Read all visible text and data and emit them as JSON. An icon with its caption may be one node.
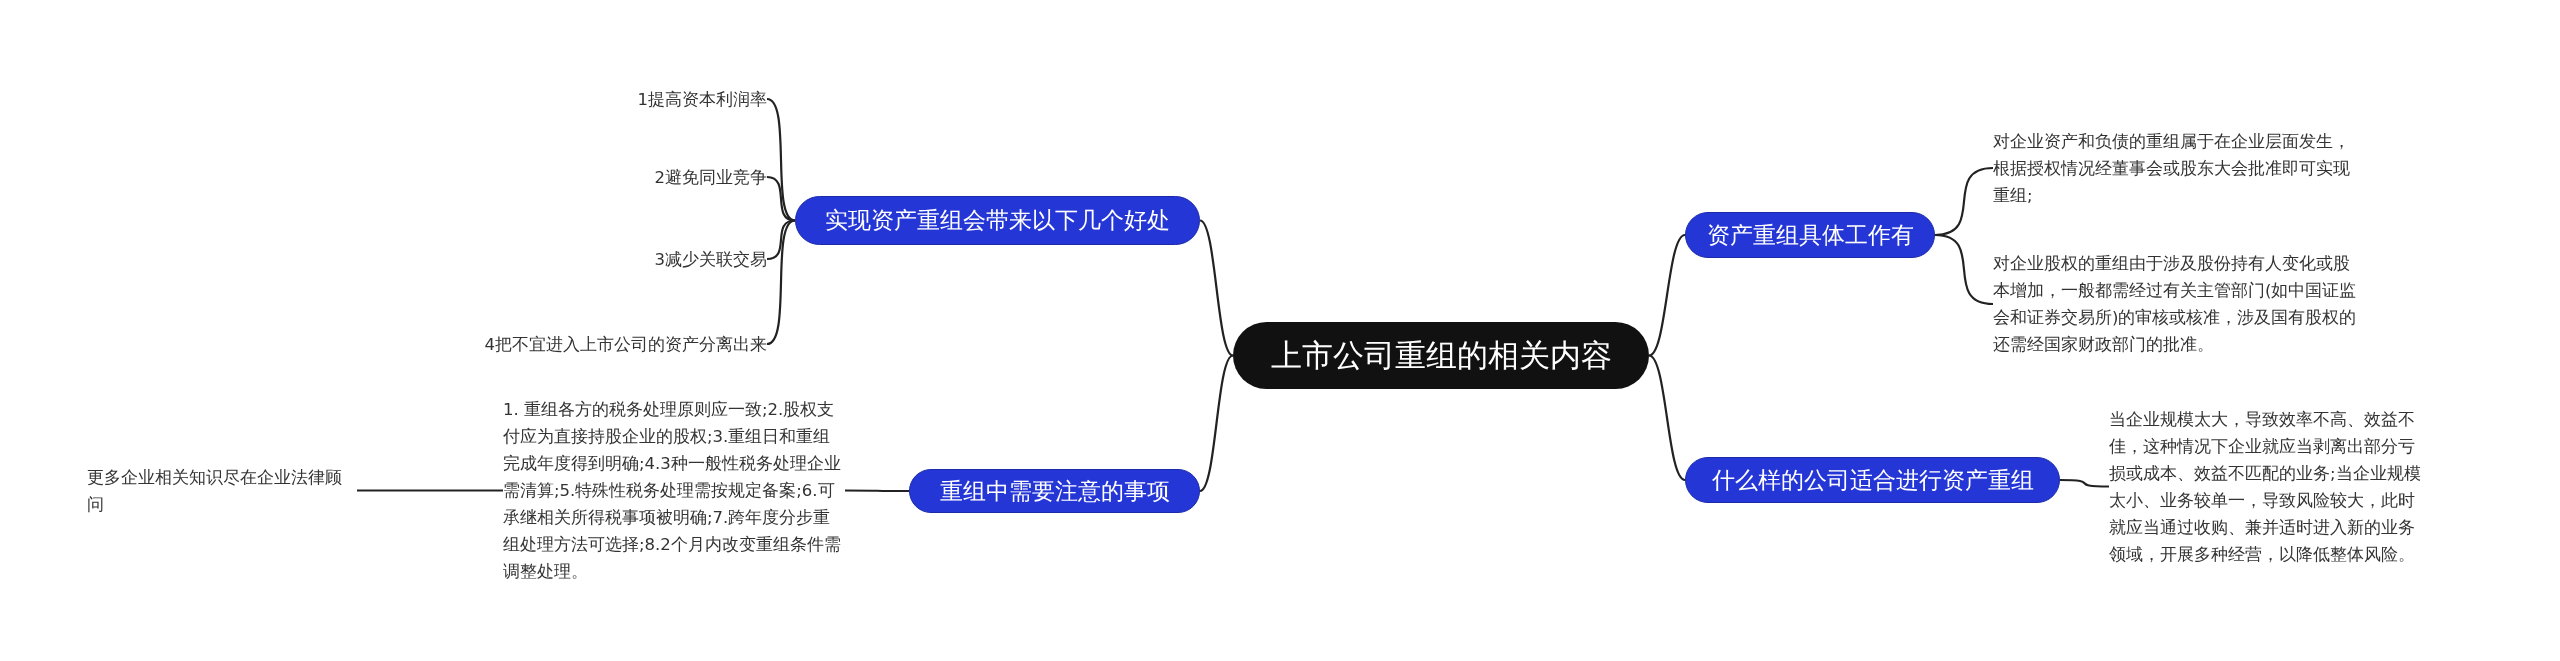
{
  "diagram": {
    "nodes": [
      {
        "text": [
          "上市公司重组的相关内容"
        ]
      },
      {
        "text": [
          "实现资产重组会带来以下几个好处"
        ]
      },
      {
        "text": [
          "1提高资本利润率"
        ]
      },
      {
        "text": [
          "2避免同业竞争"
        ]
      },
      {
        "text": [
          "3减少关联交易"
        ]
      },
      {
        "text": [
          "4把不宜进入上市公司的资产分离出来"
        ]
      },
      {
        "text": [
          "资产重组具体工作有"
        ]
      },
      {
        "text": [
          "对企业资产和负债的重组属于在企业层面发生，根据授权情况经董事会或股东大会批准即可实现重组;"
        ]
      },
      {
        "text": [
          "对企业股权的重组由于涉及股份持有人变化或股本增加，一般都需经过有关主管部门(如中国证监会和证券交易所)的审核或核准，涉及国有股权的还需经国家财政部门的批准。"
        ]
      },
      {
        "text": [
          "什么样的公司适合进行资产重组"
        ]
      },
      {
        "text": [
          "当企业规模太大，导致效率不高、效益不佳，这种情况下企业就应当剥离出部分亏损或成本、效益不匹配的业务;当企业规模太小、业务较单一，导致风险较大，此时就应当通过收购、兼并适时进入新的业务领域，开展多种经营，以降低整体风险。"
        ]
      },
      {
        "text": [
          "重组中需要注意的事项"
        ]
      },
      {
        "text": [
          "1.  重组各方的税务处理原则应一致;2.股权支付应为直接持股企业的股权;3.重组日和重组完成年度得到明确;4.3种一般性税务处理企业需清算;5.特殊性税务处理需按规定备案;6.可承继相关所得税事项被明确;7.跨年度分步重组处理方法可选择;8.2个月内改变重组条件需调整处理。"
        ]
      },
      {
        "text": [
          "更多企业相关知识尽在企业法律顾问"
        ]
      }
    ],
    "edges": [
      {
        "from": 0,
        "to": 1,
        "arrow": "none"
      },
      {
        "from": 1,
        "to": 2,
        "arrow": "none"
      },
      {
        "from": 1,
        "to": 3,
        "arrow": "none"
      },
      {
        "from": 1,
        "to": 4,
        "arrow": "none"
      },
      {
        "from": 1,
        "to": 5,
        "arrow": "none"
      },
      {
        "from": 0,
        "to": 6,
        "arrow": "none"
      },
      {
        "from": 6,
        "to": 7,
        "arrow": "none"
      },
      {
        "from": 6,
        "to": 8,
        "arrow": "none"
      },
      {
        "from": 0,
        "to": 9,
        "arrow": "none"
      },
      {
        "from": 9,
        "to": 10,
        "arrow": "none"
      },
      {
        "from": 0,
        "to": 11,
        "arrow": "none"
      },
      {
        "from": 11,
        "to": 12,
        "arrow": "none"
      },
      {
        "from": 12,
        "to": 13,
        "arrow": "none"
      }
    ]
  }
}
